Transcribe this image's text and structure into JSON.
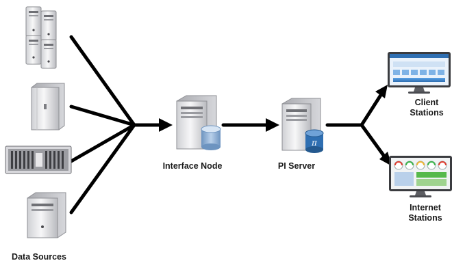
{
  "labels": {
    "data_sources": "Data Sources",
    "interface_node": "Interface Node",
    "pi_server": "PI Server",
    "client_stations_1": "Client",
    "client_stations_2": "Stations",
    "internet_stations_1": "Internet",
    "internet_stations_2": "Stations"
  },
  "icons": {
    "data_source_1": "server-rack-cluster-icon",
    "data_source_2": "server-cabinet-icon",
    "data_source_3": "rack-unit-icon",
    "data_source_4": "tower-server-icon",
    "interface_node": "server-database-icon",
    "pi_server": "pi-server-icon",
    "client_stations": "monitor-icon",
    "internet_stations": "monitor-icon"
  },
  "colors": {
    "arrow": "#000000",
    "server_body": "#e9e9ec",
    "database": "#8fb2d6",
    "pi_badge": "#2f6fb2"
  }
}
